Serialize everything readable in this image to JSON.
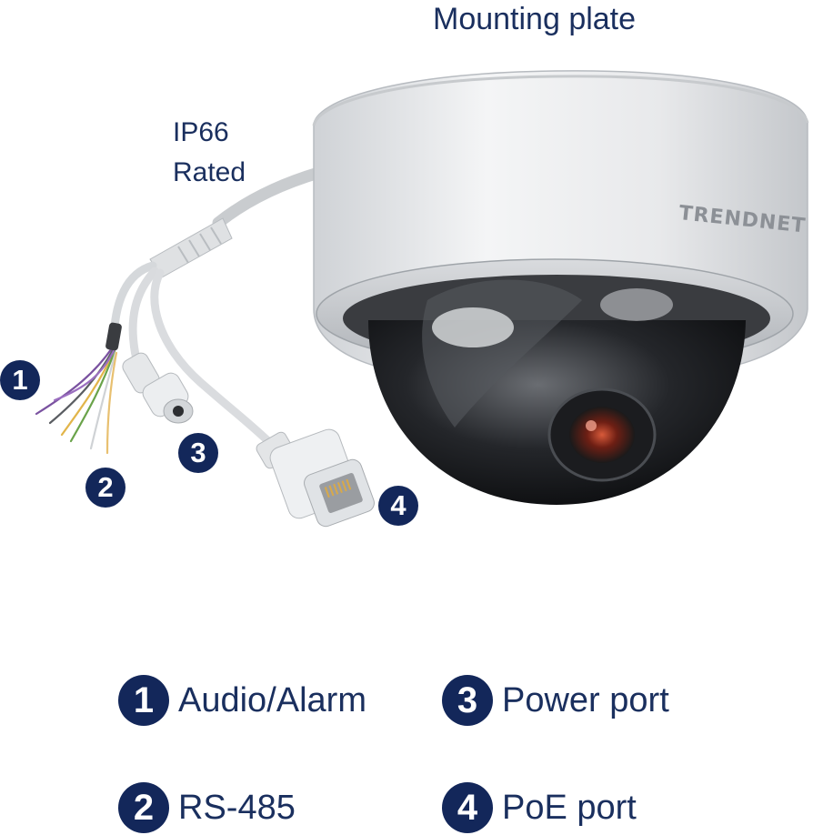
{
  "labels": {
    "mounting_plate": "Mounting plate",
    "ip66_line1": "IP66",
    "ip66_line2": "Rated"
  },
  "product": {
    "brand_mark": "TRENDNET"
  },
  "callouts": [
    {
      "number": "1"
    },
    {
      "number": "2"
    },
    {
      "number": "3"
    },
    {
      "number": "4"
    }
  ],
  "legend": [
    {
      "number": "1",
      "text": "Audio/Alarm"
    },
    {
      "number": "3",
      "text": "Power port"
    },
    {
      "number": "2",
      "text": "RS-485"
    },
    {
      "number": "4",
      "text": "PoE port"
    }
  ],
  "colors": {
    "badge": "#13275a",
    "label_text": "#1a2f5e"
  }
}
